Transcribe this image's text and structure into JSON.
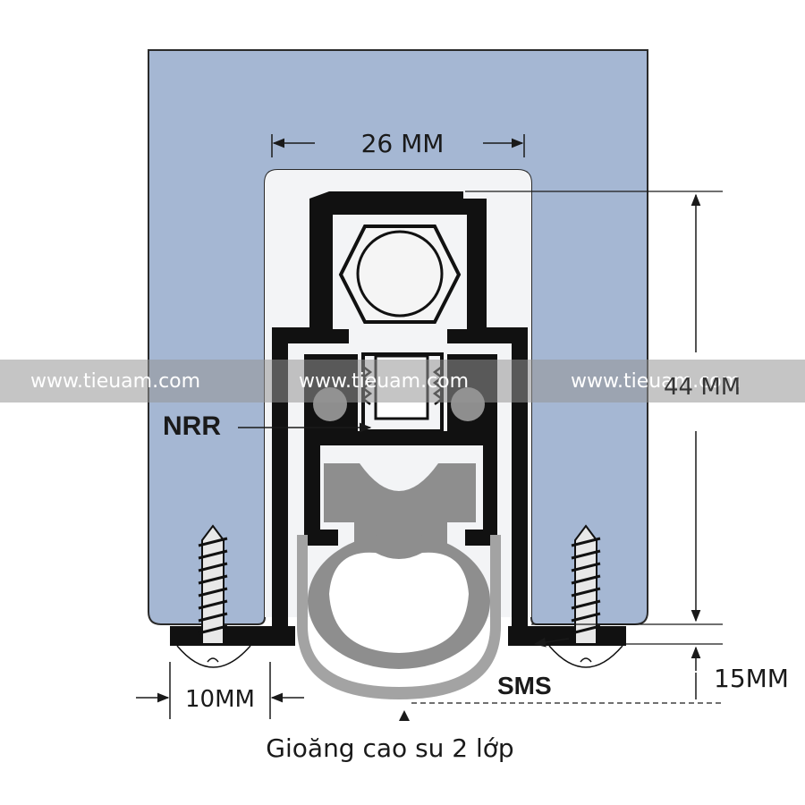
{
  "diagram": {
    "labels": {
      "width_top": "26 MM",
      "height_right": "44 MM",
      "bottom_drop": "15MM",
      "flange_width": "10MM",
      "nrr": "NRR",
      "sms": "SMS",
      "caption": "Gioăng cao su 2 lớp"
    },
    "watermark": {
      "text": "www.tieuam.com"
    },
    "colors": {
      "door": "#a5b7d3",
      "profile": "#111111",
      "seal": "#8e8e8e",
      "slot": "#f3f4f6",
      "screw": "#e8e8e8"
    }
  }
}
